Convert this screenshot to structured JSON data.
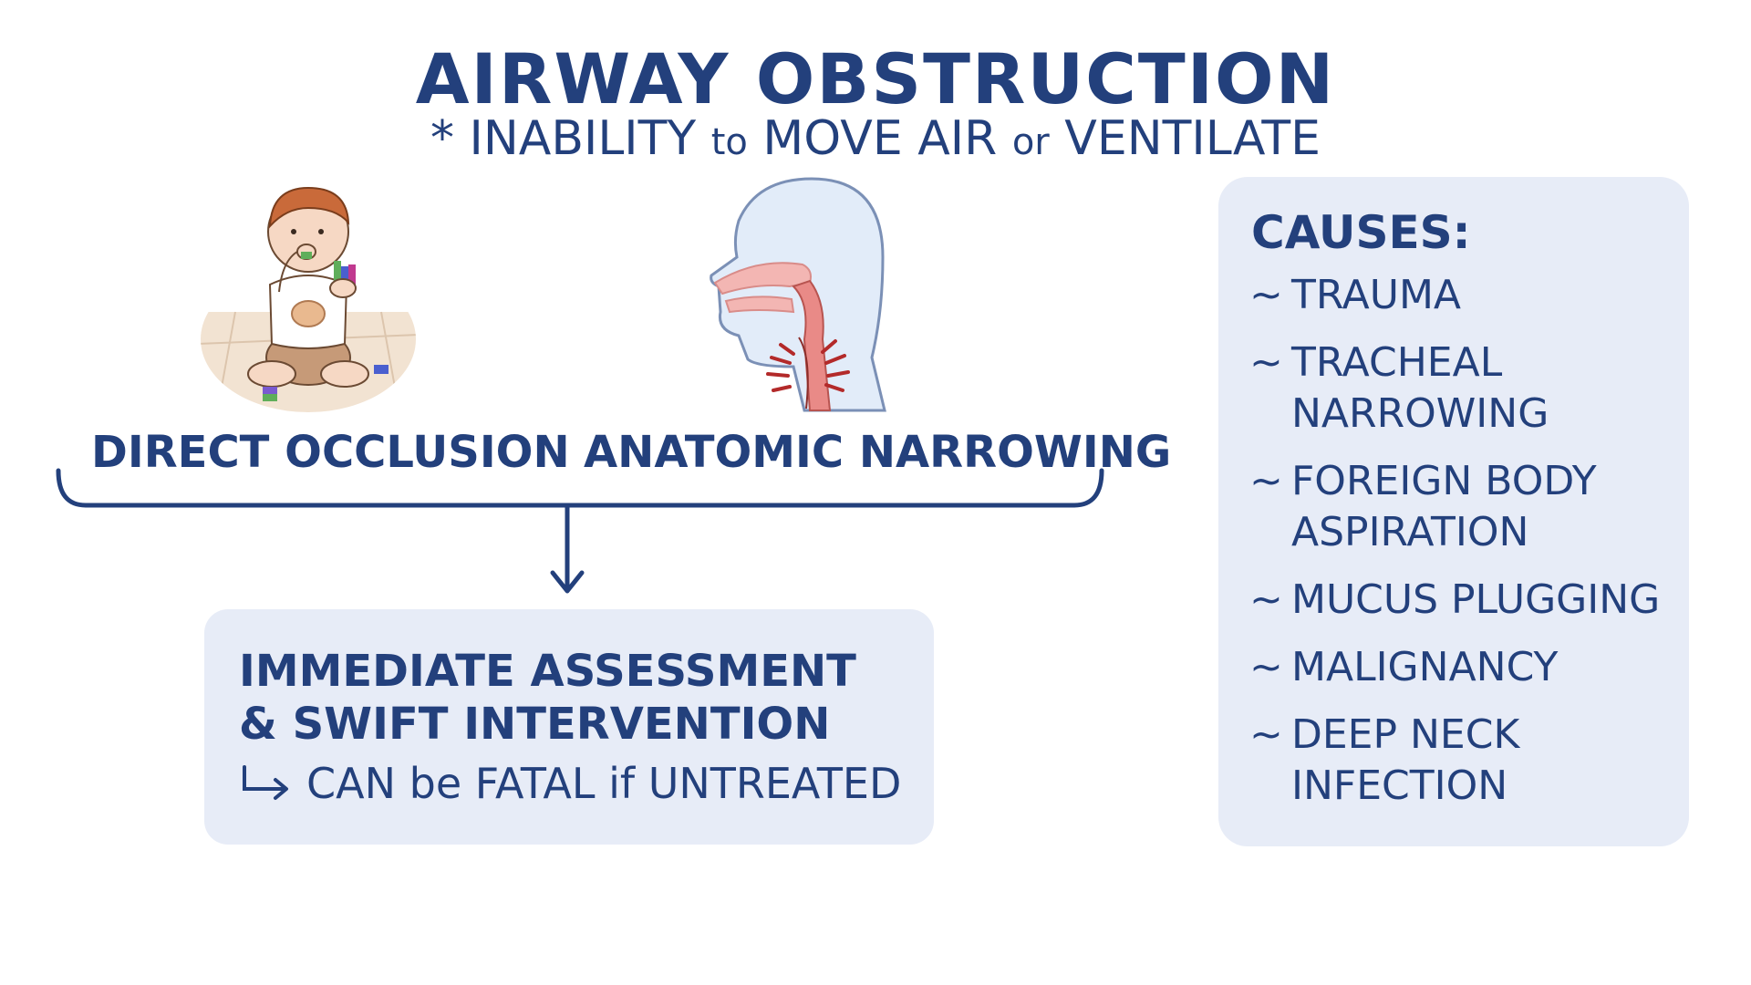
{
  "title": "AIRWAY OBSTRUCTION",
  "subtitle": {
    "star": "*",
    "part1": "INABILITY",
    "to": "to",
    "part2": "MOVE AIR",
    "or": "or",
    "part3": "VENTILATE"
  },
  "mechanisms": [
    {
      "label": "DIRECT OCCLUSION",
      "icon": "baby-choking-icon"
    },
    {
      "label": "ANATOMIC NARROWING",
      "icon": "airway-narrowing-icon"
    }
  ],
  "outcome": {
    "line1": "IMMEDIATE ASSESSMENT",
    "line2": "& SWIFT INTERVENTION",
    "note": "CAN be FATAL if UNTREATED"
  },
  "causes": {
    "heading": "CAUSES:",
    "bullet": "~",
    "items": [
      [
        "TRAUMA"
      ],
      [
        "TRACHEAL",
        "NARROWING"
      ],
      [
        "FOREIGN BODY",
        "ASPIRATION"
      ],
      [
        "MUCUS PLUGGING"
      ],
      [
        "MALIGNANCY"
      ],
      [
        "DEEP NECK",
        "INFECTION"
      ]
    ]
  },
  "colors": {
    "ink": "#23407c",
    "panel": "#e7ecf7",
    "accent_red": "#b32a2a"
  }
}
